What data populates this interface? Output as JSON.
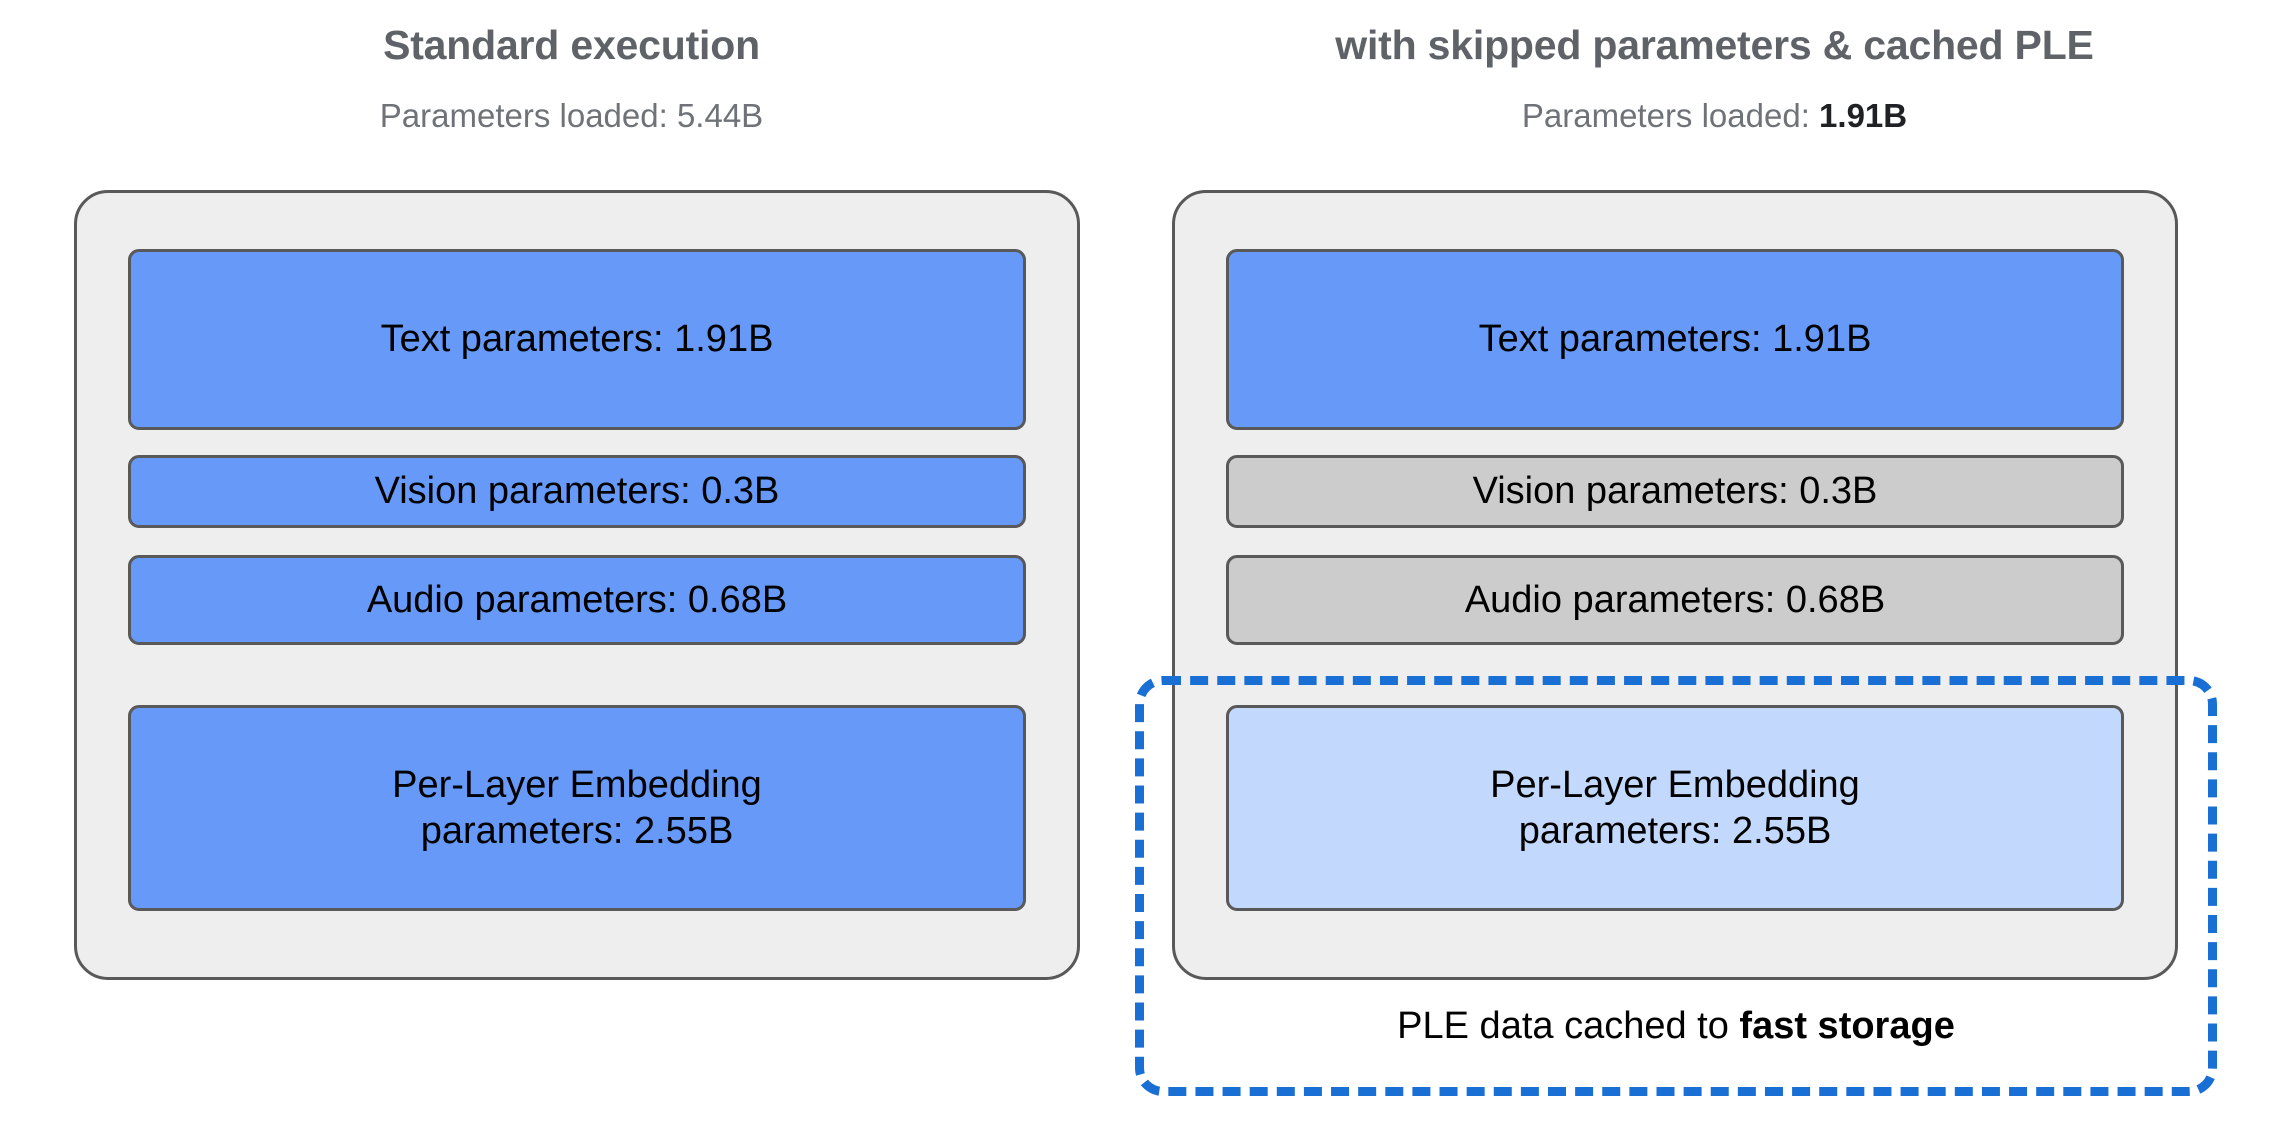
{
  "colors": {
    "blue_active": "#6699f8",
    "gray_skipped": "#cccccc",
    "light_blue_cached": "#c2d9fd",
    "panel_bg": "#eeeeee",
    "border_gray": "#595959",
    "dashed_blue": "#1a6fd4",
    "heading_gray": "#5f6368",
    "text_black": "#000000"
  },
  "left_panel": {
    "title": "Standard execution",
    "subtitle_prefix": "Parameters loaded: ",
    "subtitle_value": "5.44B",
    "subtitle_value_bold": false,
    "blocks": [
      {
        "label": "Text parameters: 1.91B",
        "name": "text-parameters",
        "state": "loaded",
        "value_b": 1.91
      },
      {
        "label": "Vision parameters: 0.3B",
        "name": "vision-parameters",
        "state": "loaded",
        "value_b": 0.3
      },
      {
        "label": "Audio parameters: 0.68B",
        "name": "audio-parameters",
        "state": "loaded",
        "value_b": 0.68
      },
      {
        "label_line1": "Per-Layer Embedding",
        "label_line2": "parameters: 2.55B",
        "name": "ple-parameters",
        "state": "loaded",
        "value_b": 2.55
      }
    ]
  },
  "right_panel": {
    "title": "with skipped parameters & cached PLE",
    "subtitle_prefix": "Parameters loaded: ",
    "subtitle_value": "1.91B",
    "subtitle_value_bold": true,
    "blocks": [
      {
        "label": "Text parameters: 1.91B",
        "name": "text-parameters",
        "state": "loaded",
        "value_b": 1.91
      },
      {
        "label": "Vision parameters: 0.3B",
        "name": "vision-parameters",
        "state": "skipped",
        "value_b": 0.3
      },
      {
        "label": "Audio parameters: 0.68B",
        "name": "audio-parameters",
        "state": "skipped",
        "value_b": 0.68
      },
      {
        "label_line1": "Per-Layer Embedding",
        "label_line2": "parameters: 2.55B",
        "name": "ple-parameters",
        "state": "cached",
        "value_b": 2.55
      }
    ]
  },
  "cache_highlight": {
    "caption_prefix": "PLE data cached to ",
    "caption_emphasis": "fast storage"
  }
}
